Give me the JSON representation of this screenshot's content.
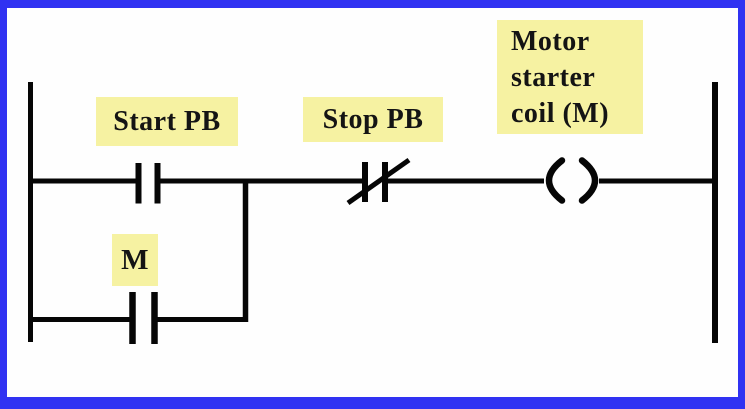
{
  "diagram": {
    "type": "ladder-logic-motor-starter",
    "labels": {
      "start_pb": "Start PB",
      "stop_pb": "Stop PB",
      "motor_coil": "Motor\nstarter\ncoil (M)",
      "seal_in": "M"
    },
    "symbols": {
      "start_pb": "normally-open-contact",
      "stop_pb": "normally-closed-contact",
      "motor_coil": "output-coil",
      "seal_in": "normally-open-contact"
    },
    "colors": {
      "border": "#3032f2",
      "label_background": "#f6f2a2",
      "line": "#060606",
      "background": "#fefefe",
      "text": "#141414"
    }
  }
}
